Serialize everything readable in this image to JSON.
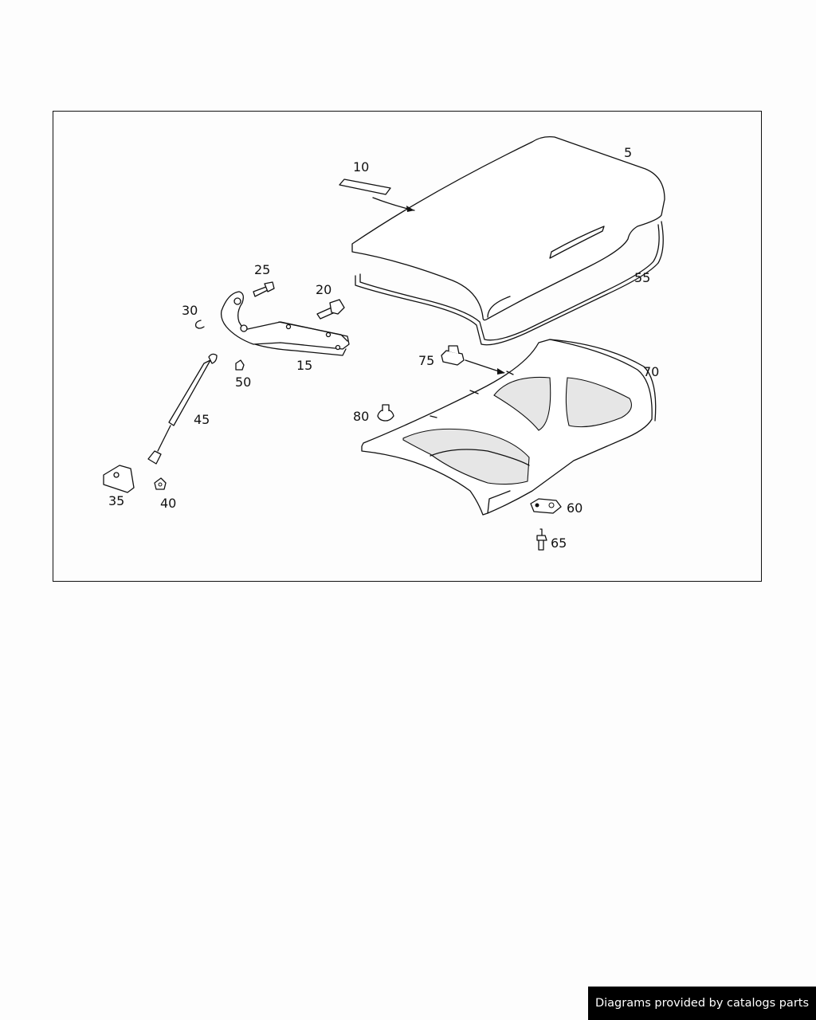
{
  "diagram": {
    "labels": {
      "p5": "5",
      "p10": "10",
      "p15": "15",
      "p20": "20",
      "p25": "25",
      "p30": "30",
      "p35": "35",
      "p40": "40",
      "p45": "45",
      "p50": "50",
      "p55": "55",
      "p60": "60",
      "p65": "65",
      "p70": "70",
      "p75": "75",
      "p80": "80"
    }
  },
  "footer": {
    "credit": "Diagrams provided by catalogs parts"
  }
}
